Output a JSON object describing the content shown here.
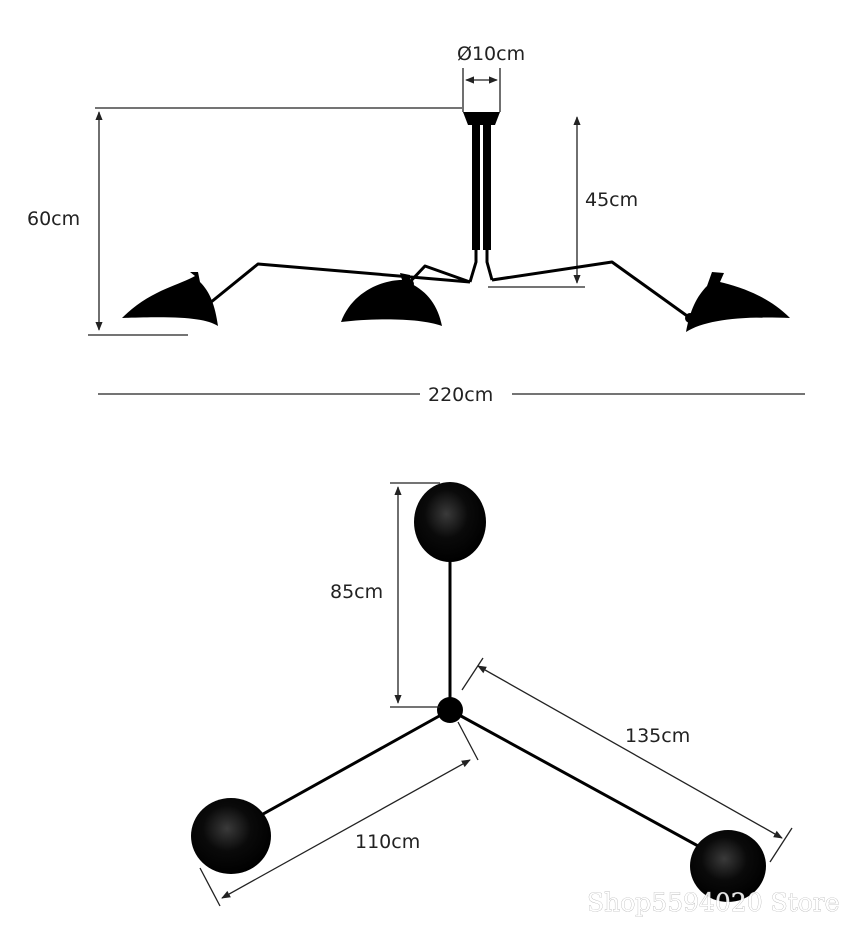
{
  "side_view": {
    "diameter_label": "Ø10cm",
    "height_label": "60cm",
    "drop_label": "45cm",
    "width_label": "220cm"
  },
  "top_view": {
    "arm1_label": "85cm",
    "arm2_label": "135cm",
    "arm3_label": "110cm"
  },
  "watermark": "Shop5594020 Store",
  "colors": {
    "lamp": "#000000",
    "lines": "#222222",
    "background": "#ffffff"
  }
}
